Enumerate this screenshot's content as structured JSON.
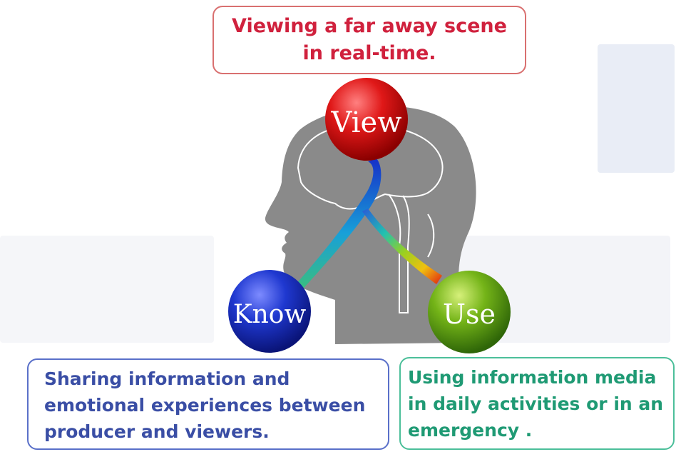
{
  "nodes": {
    "view": {
      "label": "View",
      "color": "#d8131c"
    },
    "know": {
      "label": "Know",
      "color": "#1c35c8"
    },
    "use": {
      "label": "Use",
      "color": "#6fae14"
    }
  },
  "boxes": {
    "view": {
      "lines": [
        "Viewing a far away scene",
        "in real-time."
      ],
      "color": "#d0213d"
    },
    "know": {
      "lines": [
        "Sharing information and",
        "emotional experiences between",
        "producer and viewers."
      ],
      "color": "#3a4ea5"
    },
    "use": {
      "lines": [
        "Using information media",
        "in daily activities or in an",
        "emergency ."
      ],
      "color": "#1f9a74"
    }
  },
  "head": {
    "color": "#8a8a8a"
  }
}
